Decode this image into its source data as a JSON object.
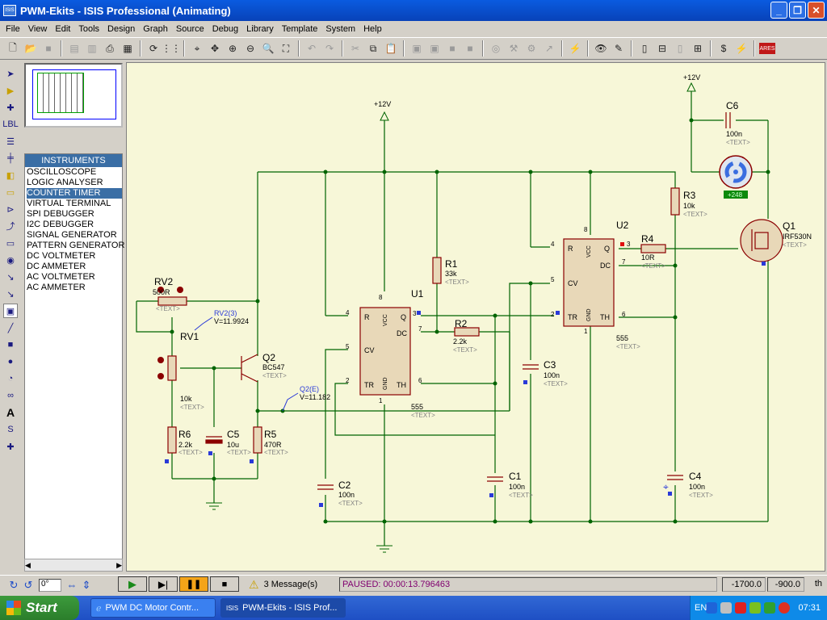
{
  "window": {
    "title": "PWM-Ekits - ISIS Professional (Animating)",
    "icon": "ISIS"
  },
  "menu": [
    "File",
    "View",
    "Edit",
    "Tools",
    "Design",
    "Graph",
    "Source",
    "Debug",
    "Library",
    "Template",
    "System",
    "Help"
  ],
  "picker": {
    "header": "INSTRUMENTS",
    "items": [
      "OSCILLOSCOPE",
      "LOGIC ANALYSER",
      "COUNTER TIMER",
      "VIRTUAL TERMINAL",
      "SPI DEBUGGER",
      "I2C DEBUGGER",
      "SIGNAL GENERATOR",
      "PATTERN GENERATOR",
      "DC VOLTMETER",
      "DC AMMETER",
      "AC VOLTMETER",
      "AC AMMETER"
    ],
    "selected_index": 2
  },
  "schematic": {
    "power_u1": "+12V",
    "power_motor": "+12V",
    "rv2": {
      "name": "RV2",
      "value": "500R",
      "text": "<TEXT>"
    },
    "rv1": {
      "name": "RV1",
      "value": "10k",
      "text": "<TEXT>"
    },
    "probe_rv2": {
      "label": "RV2(3)",
      "value": "V=11.9924"
    },
    "probe_q2": {
      "label": "Q2(E)",
      "value": "V=11.182"
    },
    "q2": {
      "name": "Q2",
      "value": "BC547",
      "text": "<TEXT>"
    },
    "r6": {
      "name": "R6",
      "value": "2.2k",
      "text": "<TEXT>"
    },
    "c5": {
      "name": "C5",
      "value": "10u",
      "text": "<TEXT>"
    },
    "r5": {
      "name": "R5",
      "value": "470R",
      "text": "<TEXT>"
    },
    "u1": {
      "name": "U1",
      "value": "555",
      "text": "<TEXT>",
      "pins": {
        "r": "R",
        "vcc": "VCC",
        "q": "Q",
        "dc": "DC",
        "cv": "CV",
        "tr": "TR",
        "gnd": "GND",
        "th": "TH"
      },
      "nums": {
        "n4": "4",
        "n8": "8",
        "n3": "3",
        "n7": "7",
        "n5": "5",
        "n2": "2",
        "n1": "1",
        "n6": "6"
      }
    },
    "r1": {
      "name": "R1",
      "value": "33k",
      "text": "<TEXT>"
    },
    "r2": {
      "name": "R2",
      "value": "2.2k",
      "text": "<TEXT>"
    },
    "c2": {
      "name": "C2",
      "value": "100n",
      "text": "<TEXT>"
    },
    "c1": {
      "name": "C1",
      "value": "100n",
      "text": "<TEXT>"
    },
    "c3": {
      "name": "C3",
      "value": "100n",
      "text": "<TEXT>"
    },
    "u2": {
      "name": "U2",
      "value": "555",
      "text": "<TEXT>",
      "pins": {
        "r": "R",
        "vcc": "VCC",
        "q": "Q",
        "dc": "DC",
        "cv": "CV",
        "tr": "TR",
        "gnd": "GND",
        "th": "TH"
      },
      "nums": {
        "n4": "4",
        "n8": "8",
        "n3": "3",
        "n7": "7",
        "n5": "5",
        "n2": "2",
        "n1": "1",
        "n6": "6"
      }
    },
    "r3": {
      "name": "R3",
      "value": "10k",
      "text": "<TEXT>"
    },
    "r4": {
      "name": "R4",
      "value": "10R",
      "text": "<TEXT>"
    },
    "c4": {
      "name": "C4",
      "value": "100n",
      "text": "<TEXT>"
    },
    "c6": {
      "name": "C6",
      "value": "100n",
      "text": "<TEXT>"
    },
    "q1": {
      "name": "Q1",
      "value": "IRF530N",
      "text": "<TEXT>"
    },
    "motor_readout": "+248"
  },
  "status": {
    "rotation": "0°",
    "messages": "3 Message(s)",
    "sim_status": "PAUSED: 00:00:13.796463",
    "coord_x": "-1700.0",
    "coord_y": "-900.0",
    "units": "th"
  },
  "taskbar": {
    "start": "Start",
    "tasks": [
      "PWM DC Motor Contr...",
      "PWM-Ekits - ISIS Prof..."
    ],
    "lang": "EN",
    "clock": "07:31"
  },
  "colors": {
    "wire": "#006400",
    "component": "#8b0000",
    "junction": "#006400",
    "canvas": "#f7f7d8",
    "accent": "#0a5be0"
  }
}
